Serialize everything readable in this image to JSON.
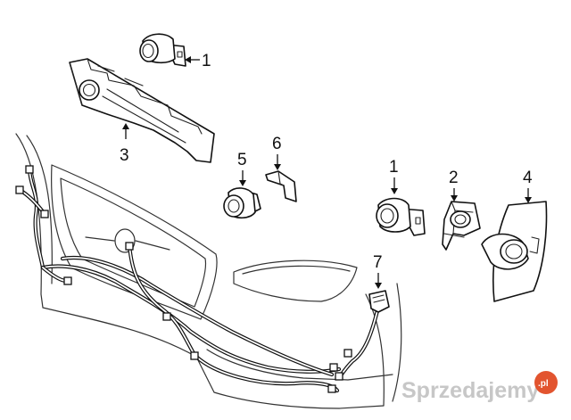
{
  "callouts": {
    "c1a": "1",
    "c1b": "1",
    "c2": "2",
    "c3": "3",
    "c4": "4",
    "c5": "5",
    "c6": "6",
    "c7": "7"
  },
  "watermark": {
    "text": "Sprzedajemy",
    "badge": ".pl",
    "badge_color": "#e2542f"
  },
  "parts": [
    "parking-sensor-upper",
    "sensor-bracket",
    "parking-sensor-center",
    "parking-sensor",
    "sensor-retainer",
    "sensor-clip",
    "harness-connector",
    "front-bumper",
    "wiring-harness"
  ]
}
